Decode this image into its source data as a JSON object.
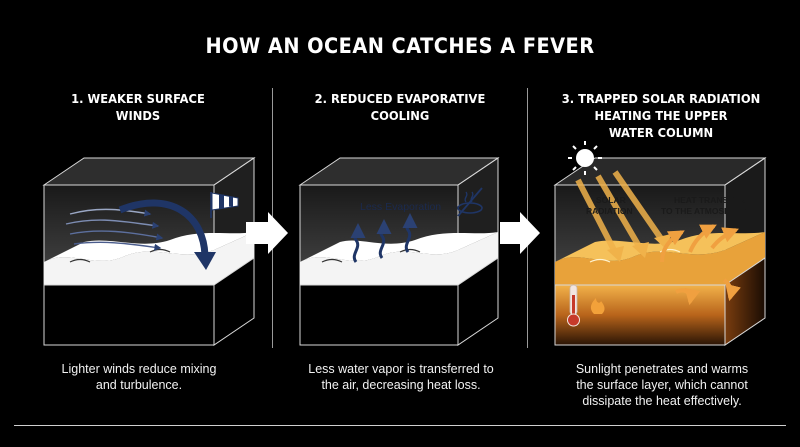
{
  "title": "HOW AN OCEAN CATCHES A FEVER",
  "panels": [
    {
      "heading": "1. WEAKER SURFACE\nWINDS",
      "caption": "Lighter winds reduce mixing\nand turbulence.",
      "icon": "windsock-icon"
    },
    {
      "heading": "2. REDUCED EVAPORATIVE\nCOOLING",
      "caption": "Less water vapor is transferred to\nthe air, decreasing heat loss.",
      "label": "Less Evaporation",
      "icon": "no-evaporation-icon"
    },
    {
      "heading": "3. TRAPPED SOLAR RADIATION\nHEATING THE UPPER\nWATER COLUMN",
      "caption": "Sunlight penetrates and warms\nthe surface layer, which cannot\ndissipate the heat effectively.",
      "label_solar": "SOLAR\nRADIATION",
      "label_heat": "HEAT TRANSFER\nTO THE ATMOSPHERE",
      "icons": [
        "sun-icon",
        "thermometer-icon",
        "flame-icon"
      ]
    }
  ],
  "colors": {
    "background": "#000000",
    "wind_arrow": "#1f3566",
    "warm_water": "#e8a23a",
    "sun_rays": "#f0b24a"
  }
}
